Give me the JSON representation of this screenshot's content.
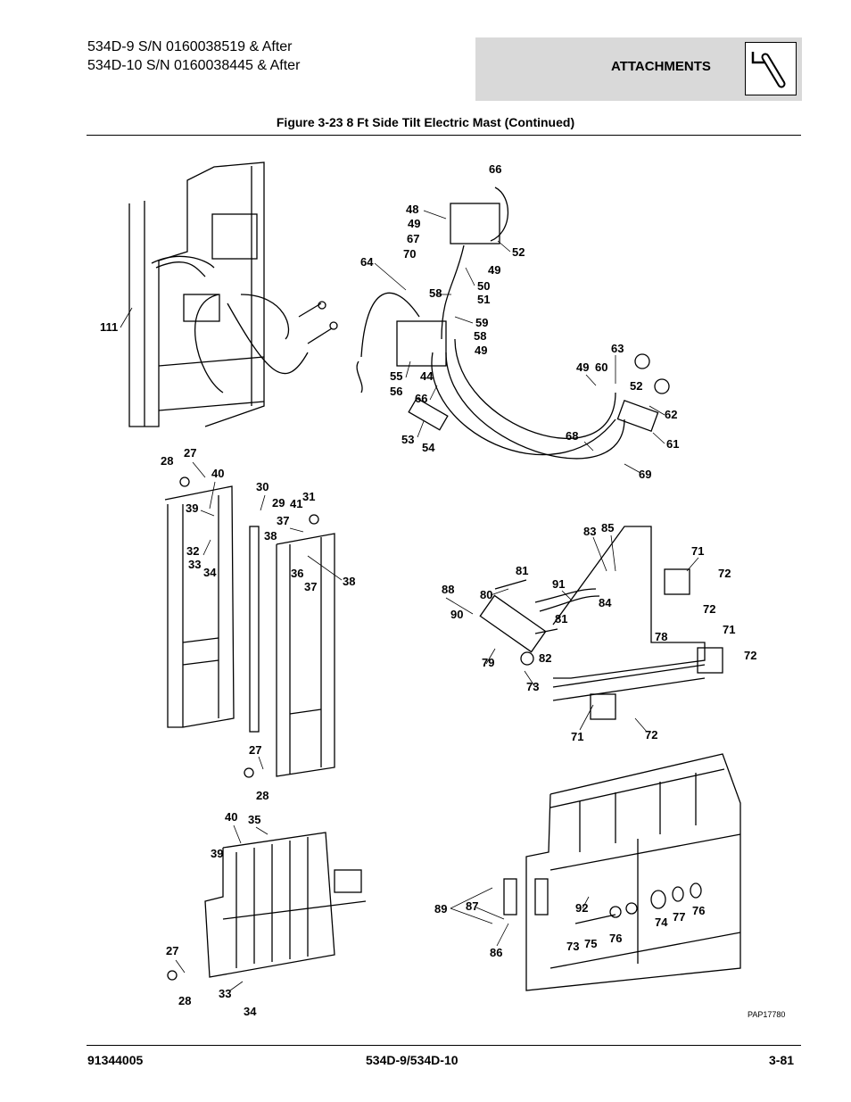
{
  "header": {
    "model_lines": [
      "534D-9 S/N 0160038519 & After",
      "534D-10 S/N 0160038445 & After"
    ],
    "section": "ATTACHMENTS",
    "section_icon": "attachment-tool-icon"
  },
  "figure": {
    "title": "Figure 3-23 8 Ft Side Tilt Electric Mast (Continued)",
    "code": "PAP17780",
    "callouts": [
      "111",
      "66",
      "48",
      "49",
      "67",
      "70",
      "64",
      "52",
      "49",
      "50",
      "51",
      "58",
      "59",
      "58",
      "49",
      "55",
      "56",
      "44",
      "66",
      "53",
      "54",
      "63",
      "49",
      "60",
      "52",
      "62",
      "61",
      "68",
      "69",
      "28",
      "27",
      "40",
      "39",
      "32",
      "33",
      "34",
      "30",
      "29",
      "41",
      "31",
      "37",
      "38",
      "36",
      "37",
      "38",
      "27",
      "28",
      "83",
      "85",
      "71",
      "72",
      "81",
      "91",
      "88",
      "80",
      "84",
      "72",
      "90",
      "81",
      "78",
      "71",
      "82",
      "79",
      "72",
      "73",
      "71",
      "72",
      "40",
      "35",
      "39",
      "89",
      "87",
      "92",
      "74",
      "77",
      "76",
      "86",
      "73",
      "75",
      "76",
      "27",
      "28",
      "33",
      "34"
    ]
  },
  "footer": {
    "part_number": "91344005",
    "model": "534D-9/534D-10",
    "page": "3-81"
  }
}
